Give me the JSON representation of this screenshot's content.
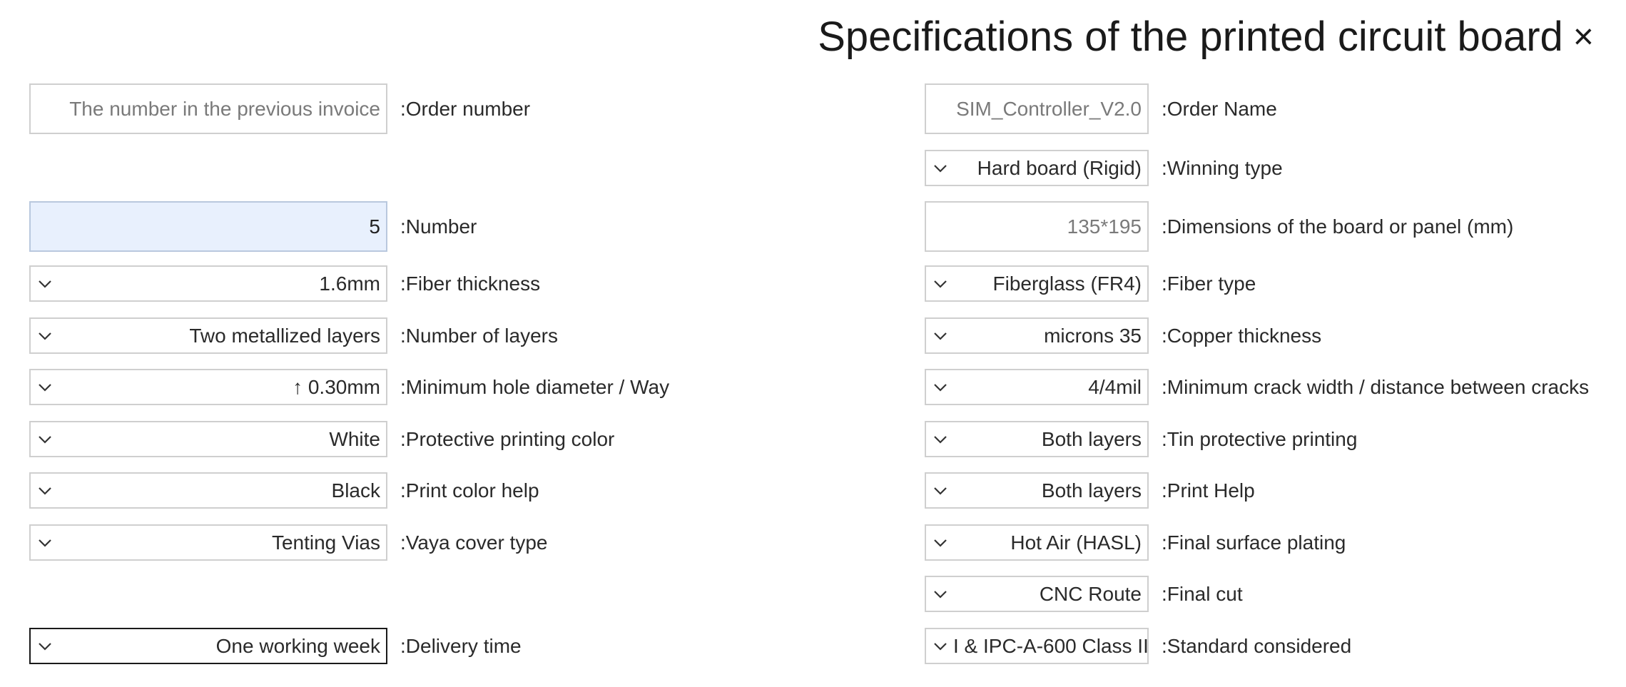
{
  "dialog": {
    "title": "Specifications of the printed circuit board",
    "close_symbol": "×"
  },
  "left": {
    "order_number": {
      "placeholder": "The number in the previous invoice",
      "label": ":Order number"
    },
    "quantity": {
      "value": "5",
      "label": ":Number"
    },
    "fiber_thickness": {
      "value": "1.6mm",
      "label": ":Fiber thickness"
    },
    "layers": {
      "value": "Two metallized layers",
      "label": ":Number of layers"
    },
    "min_hole": {
      "value": "↑ 0.30mm",
      "label": ":Minimum hole diameter / Way"
    },
    "mask_color": {
      "value": "White",
      "label": ":Protective printing color"
    },
    "silk_color": {
      "value": "Black",
      "label": ":Print color help"
    },
    "via_cover": {
      "value": "Tenting Vias",
      "label": ":Vaya cover type"
    },
    "delivery": {
      "value": "One working week",
      "label": ":Delivery time"
    }
  },
  "right": {
    "order_name": {
      "value": "SIM_Controller_V2.0",
      "label": ":Order Name"
    },
    "board_type": {
      "value": "Hard board (Rigid)",
      "label": ":Winning type"
    },
    "dimensions": {
      "value": "135*195",
      "label": ":Dimensions of the board or panel (mm)"
    },
    "fiber_type": {
      "value": "Fiberglass (FR4)",
      "label": ":Fiber type"
    },
    "copper": {
      "value": "microns 35",
      "label": ":Copper thickness"
    },
    "min_track": {
      "value": "4/4mil",
      "label": ":Minimum crack width / distance between cracks"
    },
    "tin_mask": {
      "value": "Both layers",
      "label": ":Tin protective printing"
    },
    "silk_layers": {
      "value": "Both layers",
      "label": ":Print Help"
    },
    "surface": {
      "value": "Hot Air (HASL)",
      "label": ":Final surface plating"
    },
    "final_cut": {
      "value": "CNC Route",
      "label": ":Final cut"
    },
    "standard": {
      "value": "I & IPC-A-600 Class II",
      "label": ":Standard considered"
    }
  },
  "icons": {
    "dropdown": "chevron-down-icon"
  }
}
